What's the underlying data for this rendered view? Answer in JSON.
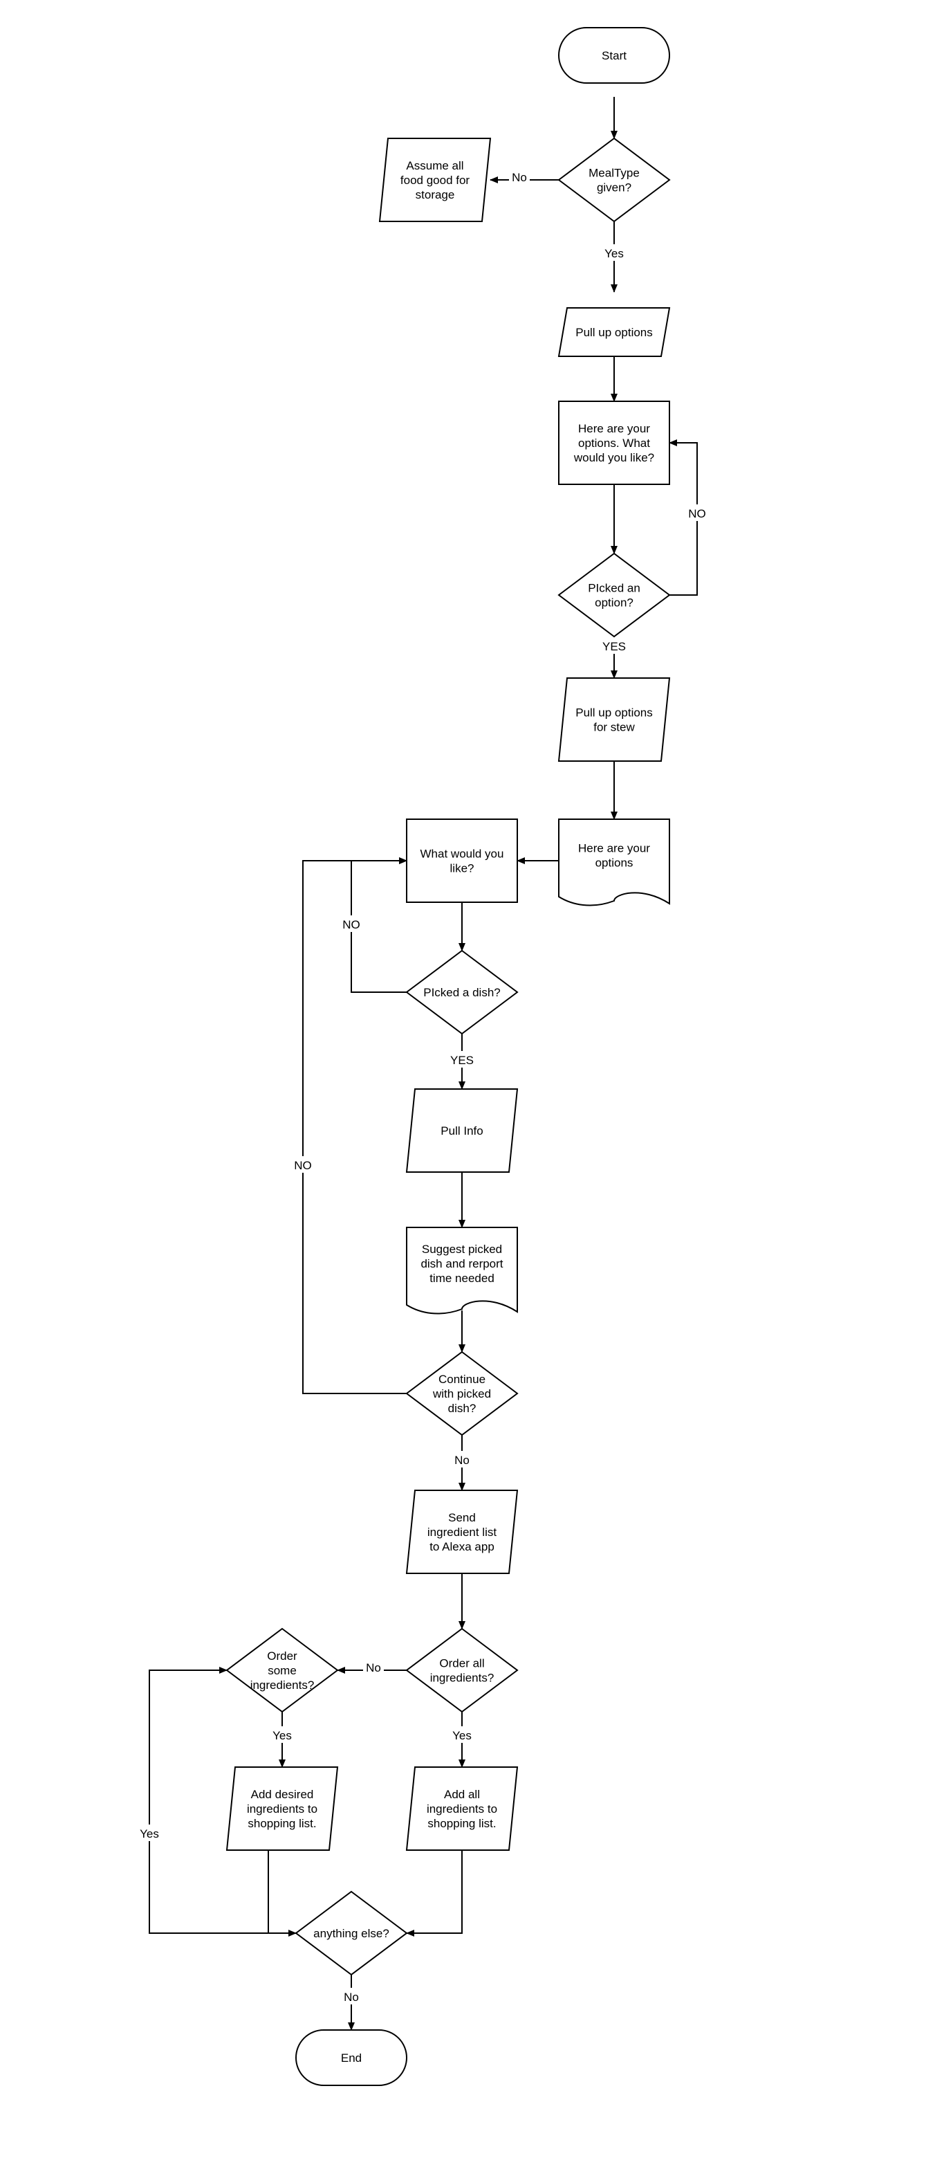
{
  "nodes": {
    "start": {
      "shape": "terminal",
      "lines": [
        "Start"
      ]
    },
    "mealtype_given": {
      "shape": "decision",
      "lines": [
        "MealType",
        "given?"
      ]
    },
    "assume_all_food": {
      "shape": "data",
      "lines": [
        "Assume all",
        "food good for",
        "storage"
      ]
    },
    "pull_up_options": {
      "shape": "data",
      "lines": [
        "Pull up options"
      ]
    },
    "here_are_options_what": {
      "shape": "process",
      "lines": [
        "Here are your",
        "options. What",
        "would you like?"
      ]
    },
    "picked_an_option": {
      "shape": "decision",
      "lines": [
        "PIcked an",
        "option?"
      ]
    },
    "pull_up_options_stew": {
      "shape": "data",
      "lines": [
        "Pull up options",
        "for stew"
      ]
    },
    "here_are_your_options": {
      "shape": "document",
      "lines": [
        "Here are your",
        "options"
      ]
    },
    "what_would_you_like": {
      "shape": "process",
      "lines": [
        "What would you",
        "like?"
      ]
    },
    "picked_a_dish": {
      "shape": "decision",
      "lines": [
        "PIcked a dish?"
      ]
    },
    "pull_info": {
      "shape": "data",
      "lines": [
        "Pull Info"
      ]
    },
    "suggest_picked_dish": {
      "shape": "document",
      "lines": [
        "Suggest picked",
        "dish and rerport",
        "time needed"
      ]
    },
    "continue_with_dish": {
      "shape": "decision",
      "lines": [
        "Continue",
        "with picked",
        "dish?"
      ]
    },
    "send_ingredient_list": {
      "shape": "data",
      "lines": [
        "Send",
        "ingredient list",
        "to Alexa app"
      ]
    },
    "order_all": {
      "shape": "decision",
      "lines": [
        "Order all",
        "ingredients?"
      ]
    },
    "order_some": {
      "shape": "decision",
      "lines": [
        "Order",
        "some",
        "ingredients?"
      ]
    },
    "add_desired": {
      "shape": "data",
      "lines": [
        "Add desired",
        "ingredients to",
        "shopping list."
      ]
    },
    "add_all": {
      "shape": "data",
      "lines": [
        "Add all",
        "ingredients to",
        "shopping list."
      ]
    },
    "anything_else": {
      "shape": "decision",
      "lines": [
        "anything else?"
      ]
    },
    "end": {
      "shape": "terminal",
      "lines": [
        "End"
      ]
    }
  },
  "edges": [
    {
      "from": "start",
      "to": "mealtype_given",
      "label": ""
    },
    {
      "from": "mealtype_given",
      "to": "assume_all_food",
      "label": "No"
    },
    {
      "from": "mealtype_given",
      "to": "pull_up_options",
      "label": "Yes"
    },
    {
      "from": "pull_up_options",
      "to": "here_are_options_what",
      "label": ""
    },
    {
      "from": "here_are_options_what",
      "to": "picked_an_option",
      "label": ""
    },
    {
      "from": "picked_an_option",
      "to": "here_are_options_what",
      "label": "NO"
    },
    {
      "from": "picked_an_option",
      "to": "pull_up_options_stew",
      "label": "YES"
    },
    {
      "from": "pull_up_options_stew",
      "to": "here_are_your_options",
      "label": ""
    },
    {
      "from": "here_are_your_options",
      "to": "what_would_you_like",
      "label": ""
    },
    {
      "from": "what_would_you_like",
      "to": "picked_a_dish",
      "label": ""
    },
    {
      "from": "picked_a_dish",
      "to": "what_would_you_like",
      "label": "NO"
    },
    {
      "from": "picked_a_dish",
      "to": "pull_info",
      "label": "YES"
    },
    {
      "from": "pull_info",
      "to": "suggest_picked_dish",
      "label": ""
    },
    {
      "from": "suggest_picked_dish",
      "to": "continue_with_dish",
      "label": ""
    },
    {
      "from": "continue_with_dish",
      "to": "what_would_you_like",
      "label": "NO"
    },
    {
      "from": "continue_with_dish",
      "to": "send_ingredient_list",
      "label": "No"
    },
    {
      "from": "send_ingredient_list",
      "to": "order_all",
      "label": ""
    },
    {
      "from": "order_all",
      "to": "order_some",
      "label": "No"
    },
    {
      "from": "order_all",
      "to": "add_all",
      "label": "Yes"
    },
    {
      "from": "order_some",
      "to": "add_desired",
      "label": "Yes"
    },
    {
      "from": "add_desired",
      "to": "anything_else",
      "label": ""
    },
    {
      "from": "add_all",
      "to": "anything_else",
      "label": ""
    },
    {
      "from": "anything_else",
      "to": "order_some",
      "label": "Yes"
    },
    {
      "from": "anything_else",
      "to": "end",
      "label": "No"
    }
  ]
}
